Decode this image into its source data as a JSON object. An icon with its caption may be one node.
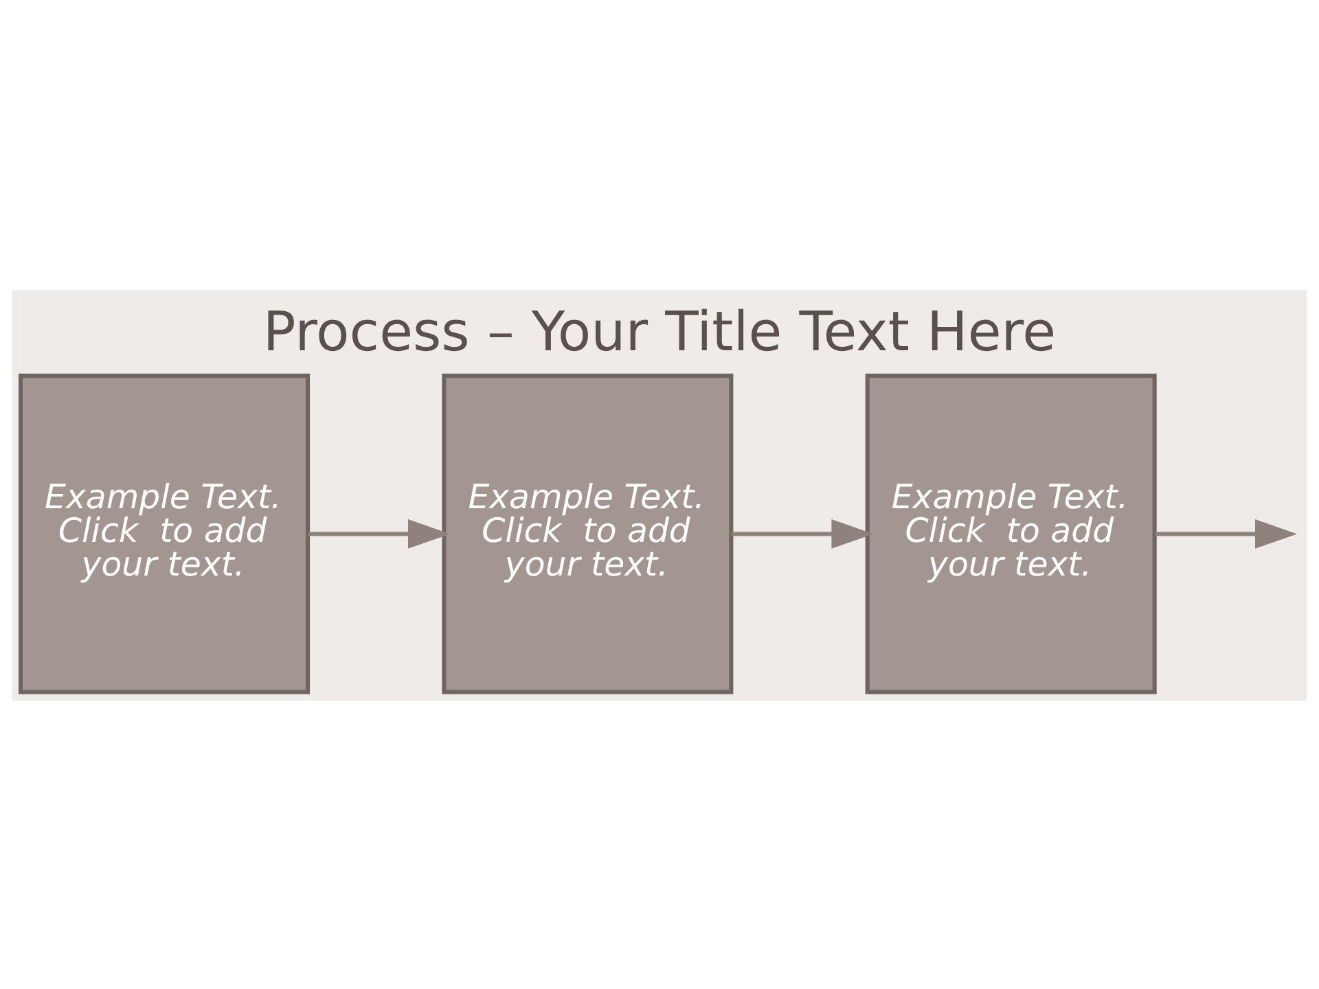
{
  "diagram": {
    "title": "Process – Your Title Text Here",
    "nodes": [
      {
        "text": [
          "Example Text. Click  to add your text."
        ]
      },
      {
        "text": [
          "Example Text. Click  to add your text."
        ]
      },
      {
        "text": [
          "Example Text. Click  to add your text."
        ]
      }
    ],
    "edges": [
      {
        "from": 0,
        "to": 1,
        "arrow": "to"
      },
      {
        "from": 1,
        "to": 2,
        "arrow": "to"
      },
      {
        "from": 2,
        "to": null,
        "arrow": "to"
      }
    ]
  }
}
